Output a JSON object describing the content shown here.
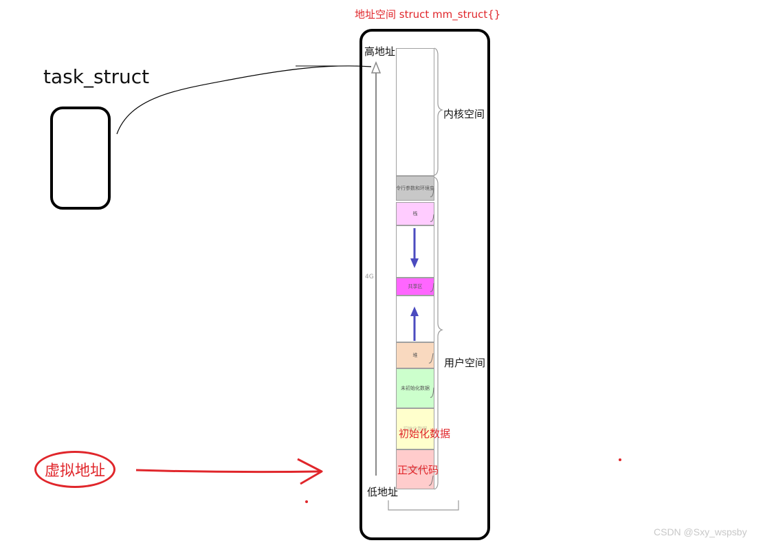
{
  "diagram": {
    "address_space_title": "地址空间  struct mm_struct{}",
    "task_struct_label": "task_struct",
    "high_address_label": "高地址",
    "low_address_label": "低地址",
    "kernel_space_label": "内核空间",
    "user_space_label": "用户空间",
    "initialized_data_label": "初始化数据",
    "text_code_label": "正文代码",
    "size_label": "4G",
    "virtual_address_label": "虚拟地址",
    "watermark": "CSDN @Sxy_wspsby",
    "segments": {
      "cmdline_env": "命令行参数和环境变量",
      "stack": "栈",
      "shared_region": "共享区",
      "heap": "堆",
      "uninitialized_data": "未初始化数据",
      "initialized_data": "初始化数据",
      "text": "正文代码"
    },
    "colors": {
      "accent_red": "#e0262b",
      "cmdline_env": "#c8c8c8",
      "stack": "#ffccff",
      "shared_region": "#ff66ff",
      "heap": "#f9d9bf",
      "uninitialized_data": "#ccffcc",
      "initialized_data": "#ffffcc",
      "text": "#ffcccc",
      "growth_arrow": "#4b4bbf"
    }
  }
}
